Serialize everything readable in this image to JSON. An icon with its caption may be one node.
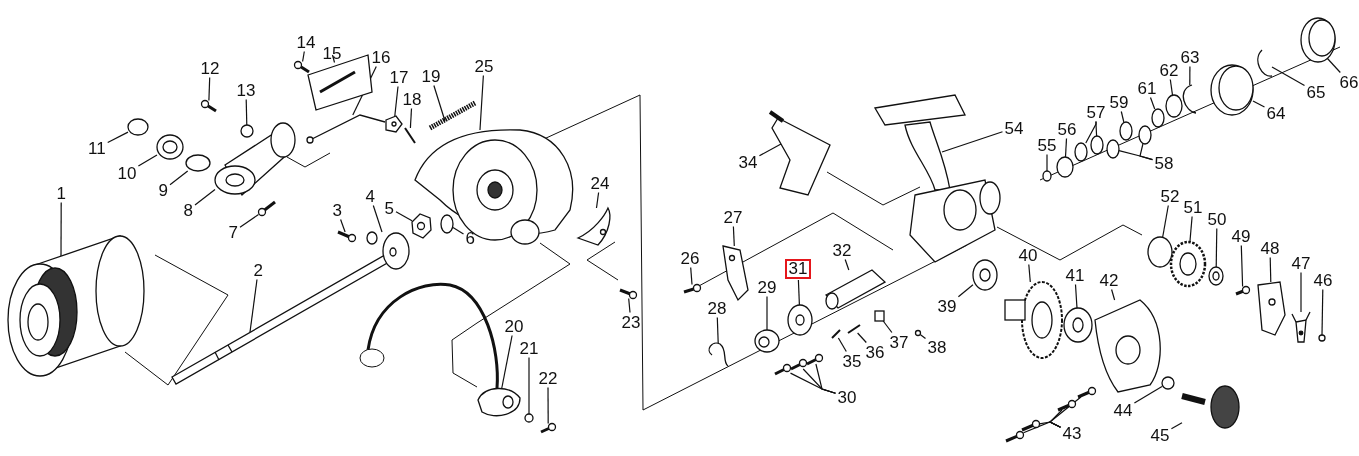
{
  "diagram": {
    "nodes": [
      {
        "text": [
          "1"
        ]
      },
      {
        "text": [
          "2"
        ]
      },
      {
        "text": [
          "3"
        ]
      },
      {
        "text": [
          "4"
        ]
      },
      {
        "text": [
          "5"
        ]
      },
      {
        "text": [
          "6"
        ]
      },
      {
        "text": [
          "7"
        ]
      },
      {
        "text": [
          "8"
        ]
      },
      {
        "text": [
          "9"
        ]
      },
      {
        "text": [
          "10"
        ]
      },
      {
        "text": [
          "11"
        ]
      },
      {
        "text": [
          "12"
        ]
      },
      {
        "text": [
          "13"
        ]
      },
      {
        "text": [
          "14"
        ]
      },
      {
        "text": [
          "15"
        ]
      },
      {
        "text": [
          "16"
        ]
      },
      {
        "text": [
          "17"
        ]
      },
      {
        "text": [
          "18"
        ]
      },
      {
        "text": [
          "19"
        ]
      },
      {
        "text": [
          "20"
        ]
      },
      {
        "text": [
          "21"
        ]
      },
      {
        "text": [
          "22"
        ]
      },
      {
        "text": [
          "23"
        ]
      },
      {
        "text": [
          "24"
        ]
      },
      {
        "text": [
          "25"
        ]
      },
      {
        "text": [
          "26"
        ]
      },
      {
        "text": [
          "27"
        ]
      },
      {
        "text": [
          "28"
        ]
      },
      {
        "text": [
          "29"
        ]
      },
      {
        "text": [
          "30"
        ]
      },
      {
        "text": [
          "31"
        ]
      },
      {
        "text": [
          "32"
        ]
      },
      {
        "text": [
          "34"
        ]
      },
      {
        "text": [
          "35"
        ]
      },
      {
        "text": [
          "36"
        ]
      },
      {
        "text": [
          "37"
        ]
      },
      {
        "text": [
          "38"
        ]
      },
      {
        "text": [
          "39"
        ]
      },
      {
        "text": [
          "40"
        ]
      },
      {
        "text": [
          "41"
        ]
      },
      {
        "text": [
          "42"
        ]
      },
      {
        "text": [
          "43"
        ]
      },
      {
        "text": [
          "44"
        ]
      },
      {
        "text": [
          "45"
        ]
      },
      {
        "text": [
          "46"
        ]
      },
      {
        "text": [
          "47"
        ]
      },
      {
        "text": [
          "48"
        ]
      },
      {
        "text": [
          "49"
        ]
      },
      {
        "text": [
          "50"
        ]
      },
      {
        "text": [
          "51"
        ]
      },
      {
        "text": [
          "52"
        ]
      },
      {
        "text": [
          "54"
        ]
      },
      {
        "text": [
          "55"
        ]
      },
      {
        "text": [
          "56"
        ]
      },
      {
        "text": [
          "57"
        ]
      },
      {
        "text": [
          "58"
        ]
      },
      {
        "text": [
          "59"
        ]
      },
      {
        "text": [
          "61"
        ]
      },
      {
        "text": [
          "62"
        ]
      },
      {
        "text": [
          "63"
        ]
      },
      {
        "text": [
          "64"
        ]
      },
      {
        "text": [
          "65"
        ]
      },
      {
        "text": [
          "66"
        ]
      },
      {
        "text": [],
        "shape": "picture"
      },
      {
        "text": [],
        "shape": "picture"
      },
      {
        "text": [],
        "shape": "picture"
      },
      {
        "text": [],
        "shape": "picture"
      },
      {
        "text": [],
        "shape": "picture"
      },
      {
        "text": [],
        "shape": "circle"
      },
      {
        "text": [],
        "shape": "picture"
      },
      {
        "text": [],
        "shape": "picture"
      },
      {
        "text": [],
        "shape": "circle"
      },
      {
        "text": [],
        "shape": "picture"
      },
      {
        "text": [],
        "shape": "circle"
      },
      {
        "text": [],
        "shape": "picture"
      },
      {
        "text": [],
        "shape": "circle"
      },
      {
        "text": [],
        "shape": "picture"
      },
      {
        "text": [],
        "shape": "picture"
      },
      {
        "text": [],
        "shape": "picture"
      },
      {
        "text": [],
        "shape": "picture"
      },
      {
        "text": [],
        "shape": "bar"
      },
      {
        "text": [],
        "shape": "picture"
      },
      {
        "text": [],
        "shape": "picture"
      },
      {
        "text": [],
        "shape": "circle"
      },
      {
        "text": [],
        "shape": "picture"
      },
      {
        "text": [],
        "shape": "picture"
      },
      {
        "text": [],
        "shape": "picture"
      },
      {
        "text": [],
        "shape": "picture"
      },
      {
        "text": [],
        "shape": "picture"
      },
      {
        "text": [],
        "shape": "picture"
      },
      {
        "text": [],
        "shape": "picture"
      },
      {
        "text": [],
        "shape": "picture"
      },
      {
        "text": [],
        "shape": "picture"
      },
      {
        "text": [],
        "shape": "picture"
      },
      {
        "text": [],
        "shape": "picture"
      },
      {
        "text": [],
        "shape": "picture"
      },
      {
        "text": [],
        "shape": "picture"
      },
      {
        "text": [],
        "shape": "picture"
      },
      {
        "text": [],
        "shape": "bar"
      },
      {
        "text": [],
        "shape": "bar"
      },
      {
        "text": [],
        "shape": "box"
      },
      {
        "text": [],
        "shape": "circle"
      },
      {
        "text": [],
        "shape": "picture"
      },
      {
        "text": [],
        "shape": "picture"
      },
      {
        "text": [],
        "shape": "picture"
      },
      {
        "text": [],
        "shape": "picture"
      },
      {
        "text": [],
        "shape": "picture"
      },
      {
        "text": [],
        "shape": "picture"
      },
      {
        "text": [],
        "shape": "picture"
      },
      {
        "text": [],
        "shape": "picture"
      },
      {
        "text": [],
        "shape": "circle"
      },
      {
        "text": [],
        "shape": "picture"
      },
      {
        "text": [],
        "shape": "circle"
      },
      {
        "text": [],
        "shape": "picture"
      },
      {
        "text": [],
        "shape": "picture"
      },
      {
        "text": [],
        "shape": "picture"
      },
      {
        "text": [],
        "shape": "picture"
      },
      {
        "text": [],
        "shape": "picture"
      },
      {
        "text": [],
        "shape": "circle"
      },
      {
        "text": [],
        "shape": "picture"
      },
      {
        "text": [],
        "shape": "circle"
      },
      {
        "text": [],
        "shape": "circle"
      },
      {
        "text": [],
        "shape": "circle"
      },
      {
        "text": [],
        "shape": "circle"
      },
      {
        "text": [],
        "shape": "circle"
      },
      {
        "text": [],
        "shape": "circle"
      },
      {
        "text": [],
        "shape": "circle"
      },
      {
        "text": [],
        "shape": "circle"
      },
      {
        "text": [],
        "shape": "circle"
      },
      {
        "text": [],
        "shape": "picture"
      },
      {
        "text": [],
        "shape": "picture"
      },
      {
        "text": [],
        "shape": "picture"
      },
      {
        "text": [],
        "shape": "picture"
      }
    ],
    "edges": [
      {
        "from": 0,
        "to": 63,
        "arrow": "none"
      },
      {
        "from": 1,
        "to": 64,
        "arrow": "none"
      },
      {
        "from": 2,
        "to": 65,
        "arrow": "none"
      },
      {
        "from": 3,
        "to": 66,
        "arrow": "none"
      },
      {
        "from": 4,
        "to": 67,
        "arrow": "none"
      },
      {
        "from": 5,
        "to": 68,
        "arrow": "none"
      },
      {
        "from": 6,
        "to": 69,
        "arrow": "none"
      },
      {
        "from": 7,
        "to": 70,
        "arrow": "none"
      },
      {
        "from": 8,
        "to": 71,
        "arrow": "none"
      },
      {
        "from": 9,
        "to": 72,
        "arrow": "none"
      },
      {
        "from": 10,
        "to": 73,
        "arrow": "none"
      },
      {
        "from": 11,
        "to": 74,
        "arrow": "none"
      },
      {
        "from": 12,
        "to": 75,
        "arrow": "none"
      },
      {
        "from": 13,
        "to": 76,
        "arrow": "none"
      },
      {
        "from": 14,
        "to": 77,
        "arrow": "none"
      },
      {
        "from": 15,
        "to": 78,
        "arrow": "none"
      },
      {
        "from": 16,
        "to": 79,
        "arrow": "none"
      },
      {
        "from": 17,
        "to": 80,
        "arrow": "none"
      },
      {
        "from": 18,
        "to": 81,
        "arrow": "none"
      },
      {
        "from": 19,
        "to": 82,
        "arrow": "none"
      },
      {
        "from": 20,
        "to": 83,
        "arrow": "none"
      },
      {
        "from": 21,
        "to": 84,
        "arrow": "none"
      },
      {
        "from": 22,
        "to": 85,
        "arrow": "none"
      },
      {
        "from": 23,
        "to": 86,
        "arrow": "none"
      },
      {
        "from": 24,
        "to": 87,
        "arrow": "none"
      },
      {
        "from": 25,
        "to": 88,
        "arrow": "none"
      },
      {
        "from": 26,
        "to": 89,
        "arrow": "none"
      },
      {
        "from": 27,
        "to": 90,
        "arrow": "none"
      },
      {
        "from": 28,
        "to": 91,
        "arrow": "none"
      },
      {
        "from": 29,
        "to": 92,
        "arrow": "none"
      },
      {
        "from": 29,
        "to": 93,
        "arrow": "none"
      },
      {
        "from": 29,
        "to": 94,
        "arrow": "none"
      },
      {
        "from": 30,
        "to": 95,
        "arrow": "none"
      },
      {
        "from": 31,
        "to": 96,
        "arrow": "none"
      },
      {
        "from": 32,
        "to": 97,
        "arrow": "none"
      },
      {
        "from": 33,
        "to": 98,
        "arrow": "none"
      },
      {
        "from": 34,
        "to": 99,
        "arrow": "none"
      },
      {
        "from": 35,
        "to": 100,
        "arrow": "none"
      },
      {
        "from": 36,
        "to": 101,
        "arrow": "none"
      },
      {
        "from": 37,
        "to": 102,
        "arrow": "none"
      },
      {
        "from": 38,
        "to": 103,
        "arrow": "none"
      },
      {
        "from": 39,
        "to": 104,
        "arrow": "none"
      },
      {
        "from": 40,
        "to": 105,
        "arrow": "none"
      },
      {
        "from": 41,
        "to": 106,
        "arrow": "none"
      },
      {
        "from": 41,
        "to": 107,
        "arrow": "none"
      },
      {
        "from": 41,
        "to": 108,
        "arrow": "none"
      },
      {
        "from": 41,
        "to": 109,
        "arrow": "none"
      },
      {
        "from": 42,
        "to": 110,
        "arrow": "none"
      },
      {
        "from": 43,
        "to": 111,
        "arrow": "none"
      },
      {
        "from": 44,
        "to": 112,
        "arrow": "none"
      },
      {
        "from": 45,
        "to": 113,
        "arrow": "none"
      },
      {
        "from": 46,
        "to": 114,
        "arrow": "none"
      },
      {
        "from": 47,
        "to": 115,
        "arrow": "none"
      },
      {
        "from": 48,
        "to": 116,
        "arrow": "none"
      },
      {
        "from": 49,
        "to": 117,
        "arrow": "none"
      },
      {
        "from": 50,
        "to": 118,
        "arrow": "none"
      },
      {
        "from": 51,
        "to": 119,
        "arrow": "none"
      },
      {
        "from": 52,
        "to": 120,
        "arrow": "none"
      },
      {
        "from": 53,
        "to": 121,
        "arrow": "none"
      },
      {
        "from": 54,
        "to": 122,
        "arrow": "none"
      },
      {
        "from": 54,
        "to": 123,
        "arrow": "none"
      },
      {
        "from": 55,
        "to": 124,
        "arrow": "none"
      },
      {
        "from": 55,
        "to": 125,
        "arrow": "none"
      },
      {
        "from": 56,
        "to": 126,
        "arrow": "none"
      },
      {
        "from": 57,
        "to": 127,
        "arrow": "none"
      },
      {
        "from": 58,
        "to": 128,
        "arrow": "none"
      },
      {
        "from": 59,
        "to": 129,
        "arrow": "none"
      },
      {
        "from": 60,
        "to": 130,
        "arrow": "none"
      },
      {
        "from": 61,
        "to": 131,
        "arrow": "none"
      },
      {
        "from": 62,
        "to": 132,
        "arrow": "none"
      }
    ]
  }
}
